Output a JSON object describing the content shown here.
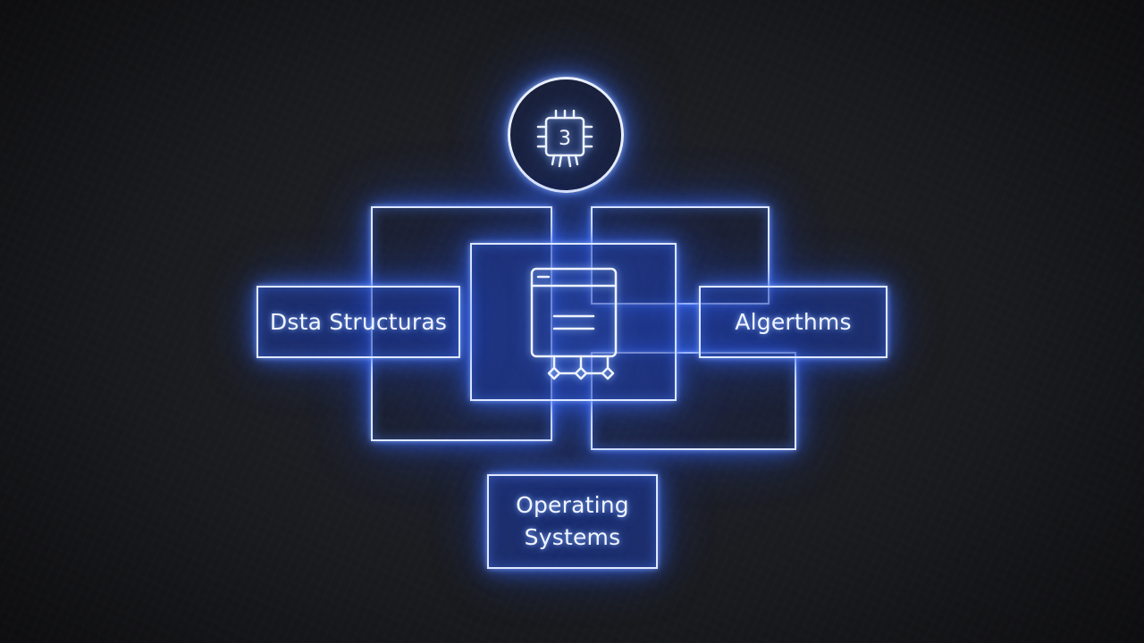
{
  "diagram": {
    "nodes": {
      "data_structures": {
        "label": "Dsta Structuras"
      },
      "algorithms": {
        "label": "Algerthms"
      },
      "operating_systems": {
        "label_line1": "Operating",
        "label_line2": "Systems"
      },
      "center": {
        "icon": "window-icon"
      },
      "top": {
        "icon": "chip-icon",
        "chip_glyph": "3"
      }
    }
  },
  "colors": {
    "background": "#141416",
    "glow": "#3c6eff",
    "line": "#dfe8ff"
  }
}
